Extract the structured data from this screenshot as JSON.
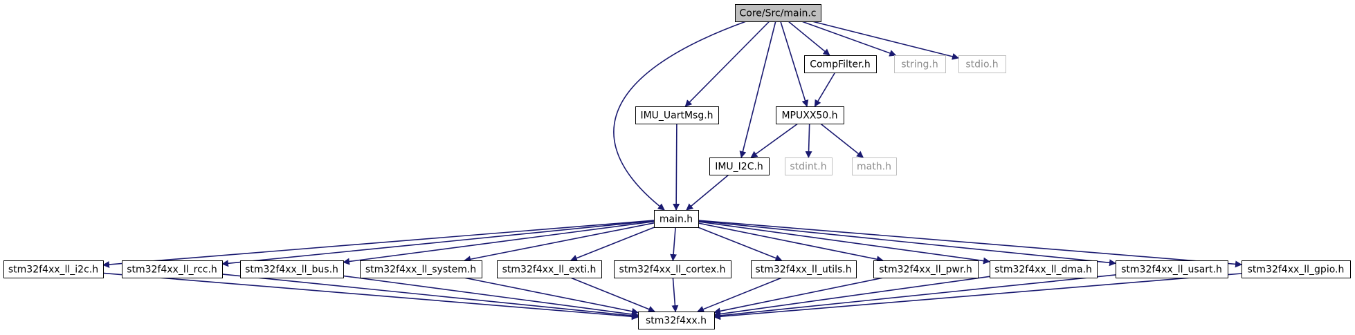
{
  "graph": {
    "colors": {
      "edge": "#191970",
      "node_border": "#000000",
      "external_border": "#bfbfbf",
      "external_text": "#8c8c8c",
      "root_fill": "#bfbfbf",
      "text": "#000000"
    },
    "nodes": {
      "main_c": "Core/Src/main.c",
      "comp_filter_h": "CompFilter.h",
      "string_h": "string.h",
      "stdio_h": "stdio.h",
      "imu_uartmsg_h": "IMU_UartMsg.h",
      "mpuxx50_h": "MPUXX50.h",
      "imu_i2c_h": "IMU_I2C.h",
      "stdint_h": "stdint.h",
      "math_h": "math.h",
      "main_h": "main.h",
      "ll_i2c_h": "stm32f4xx_ll_i2c.h",
      "ll_rcc_h": "stm32f4xx_ll_rcc.h",
      "ll_bus_h": "stm32f4xx_ll_bus.h",
      "ll_system_h": "stm32f4xx_ll_system.h",
      "ll_exti_h": "stm32f4xx_ll_exti.h",
      "ll_cortex_h": "stm32f4xx_ll_cortex.h",
      "ll_utils_h": "stm32f4xx_ll_utils.h",
      "ll_pwr_h": "stm32f4xx_ll_pwr.h",
      "ll_dma_h": "stm32f4xx_ll_dma.h",
      "ll_usart_h": "stm32f4xx_ll_usart.h",
      "ll_gpio_h": "stm32f4xx_ll_gpio.h",
      "stm32f4xx_h": "stm32f4xx.h"
    },
    "root_node": "main_c",
    "external_nodes": [
      "string_h",
      "stdio_h",
      "stdint_h",
      "math_h"
    ],
    "edges": [
      [
        "main_c",
        "main_h"
      ],
      [
        "main_c",
        "imu_uartmsg_h"
      ],
      [
        "main_c",
        "imu_i2c_h"
      ],
      [
        "main_c",
        "mpuxx50_h"
      ],
      [
        "main_c",
        "comp_filter_h"
      ],
      [
        "main_c",
        "string_h"
      ],
      [
        "main_c",
        "stdio_h"
      ],
      [
        "comp_filter_h",
        "mpuxx50_h"
      ],
      [
        "imu_uartmsg_h",
        "main_h"
      ],
      [
        "mpuxx50_h",
        "imu_i2c_h"
      ],
      [
        "mpuxx50_h",
        "stdint_h"
      ],
      [
        "mpuxx50_h",
        "math_h"
      ],
      [
        "imu_i2c_h",
        "main_h"
      ],
      [
        "main_h",
        "ll_i2c_h"
      ],
      [
        "main_h",
        "ll_rcc_h"
      ],
      [
        "main_h",
        "ll_bus_h"
      ],
      [
        "main_h",
        "ll_system_h"
      ],
      [
        "main_h",
        "ll_exti_h"
      ],
      [
        "main_h",
        "ll_cortex_h"
      ],
      [
        "main_h",
        "ll_utils_h"
      ],
      [
        "main_h",
        "ll_pwr_h"
      ],
      [
        "main_h",
        "ll_dma_h"
      ],
      [
        "main_h",
        "ll_usart_h"
      ],
      [
        "main_h",
        "ll_gpio_h"
      ],
      [
        "ll_i2c_h",
        "stm32f4xx_h"
      ],
      [
        "ll_rcc_h",
        "stm32f4xx_h"
      ],
      [
        "ll_bus_h",
        "stm32f4xx_h"
      ],
      [
        "ll_system_h",
        "stm32f4xx_h"
      ],
      [
        "ll_exti_h",
        "stm32f4xx_h"
      ],
      [
        "ll_cortex_h",
        "stm32f4xx_h"
      ],
      [
        "ll_utils_h",
        "stm32f4xx_h"
      ],
      [
        "ll_pwr_h",
        "stm32f4xx_h"
      ],
      [
        "ll_dma_h",
        "stm32f4xx_h"
      ],
      [
        "ll_usart_h",
        "stm32f4xx_h"
      ],
      [
        "ll_gpio_h",
        "stm32f4xx_h"
      ]
    ]
  }
}
